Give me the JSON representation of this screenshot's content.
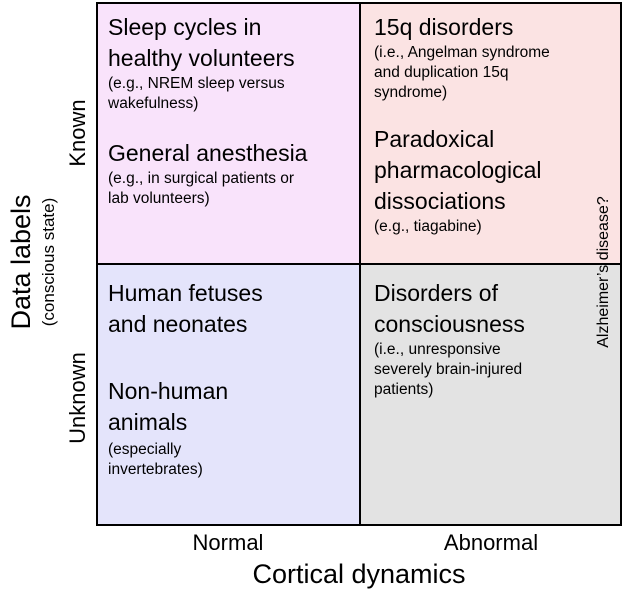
{
  "colors": {
    "top_left": "#f9e3fb",
    "top_right": "#fbe3e3",
    "bottom_left": "#e4e4fb",
    "bottom_right": "#e3e3e3"
  },
  "axes": {
    "x_title": "Cortical dynamics",
    "x_ticks": [
      "Normal",
      "Abnormal"
    ],
    "y_title": "Data labels",
    "y_subtitle": "(conscious state)",
    "y_ticks": [
      "Known",
      "Unknown"
    ]
  },
  "quadrants": {
    "top_left": {
      "items": [
        {
          "title": [
            "Sleep cycles in",
            "healthy volunteers"
          ],
          "sub": [
            "(e.g., NREM sleep versus",
            "wakefulness)"
          ]
        },
        {
          "title": [
            "General anesthesia"
          ],
          "sub": [
            "(e.g., in surgical patients or",
            "lab volunteers)"
          ]
        }
      ]
    },
    "top_right": {
      "items": [
        {
          "title": [
            "15q disorders"
          ],
          "sub": [
            "(i.e., Angelman syndrome",
            "and duplication 15q",
            "syndrome)"
          ]
        },
        {
          "title": [
            "Paradoxical",
            "pharmacological",
            "dissociations"
          ],
          "sub": [
            "(e.g., tiagabine)"
          ]
        }
      ]
    },
    "bottom_left": {
      "items": [
        {
          "title": [
            "Human fetuses",
            "and neonates"
          ],
          "sub": []
        },
        {
          "title": [
            "Non-human",
            "animals"
          ],
          "sub": [
            "(especially",
            "invertebrates)"
          ]
        }
      ]
    },
    "bottom_right": {
      "items": [
        {
          "title": [
            "Disorders of",
            "consciousness"
          ],
          "sub": [
            "(i.e., unresponsive",
            "severely brain-injured",
            "patients)"
          ]
        }
      ]
    }
  },
  "side_annotation": "Alzheimer’s   disease?"
}
